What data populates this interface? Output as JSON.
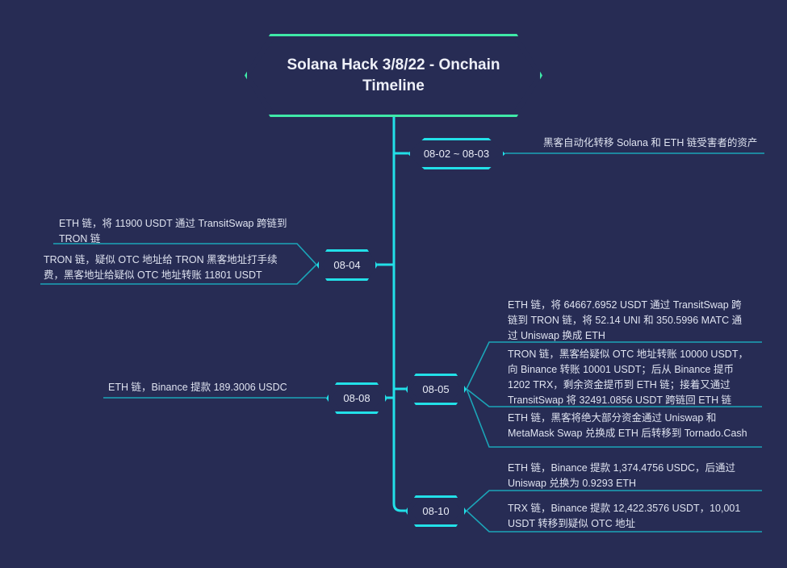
{
  "diagram": {
    "title": "Solana Hack 3/8/22 - Onchain Timeline",
    "colors": {
      "background": "#272c54",
      "root_border": "#3fe9a8",
      "node_border": "#22e0e8",
      "connector": "#1ba5b8",
      "text": "#dfe3f0"
    },
    "branches": [
      {
        "date": "08-02 ~ 08-03",
        "side": "right",
        "leaves": [
          "黑客自动化转移 Solana 和 ETH 链受害者的资产"
        ]
      },
      {
        "date": "08-04",
        "side": "left",
        "leaves": [
          "ETH 链，将 11900 USDT 通过 TransitSwap 跨链到 TRON 链",
          "TRON 链，疑似 OTC 地址给 TRON 黑客地址打手续费，黑客地址给疑似 OTC 地址转账 11801 USDT"
        ]
      },
      {
        "date": "08-05",
        "side": "right",
        "leaves": [
          "ETH 链，将 64667.6952 USDT 通过  TransitSwap 跨链到 TRON 链，将 52.14 UNI 和 350.5996 MATC 通过 Uniswap 换成 ETH",
          "TRON 链，黑客给疑似 OTC 地址转账 10000 USDT，向 Binance 转账 10001 USDT；后从 Binance 提币 1202 TRX，剩余资金提币到 ETH 链；接着又通过 TransitSwap 将 32491.0856 USDT 跨链回 ETH 链",
          "ETH 链，黑客将绝大部分资金通过 Uniswap 和 MetaMask Swap 兑换成 ETH 后转移到 Tornado.Cash"
        ]
      },
      {
        "date": "08-08",
        "side": "left",
        "leaves": [
          "ETH 链，Binance 提款 189.3006 USDC"
        ]
      },
      {
        "date": "08-10",
        "side": "right",
        "leaves": [
          "ETH 链，Binance 提款 1,374.4756 USDC，后通过 Uniswap 兑换为 0.9293 ETH",
          "TRX 链，Binance 提款 12,422.3576 USDT，10,001 USDT 转移到疑似 OTC 地址"
        ]
      }
    ]
  }
}
